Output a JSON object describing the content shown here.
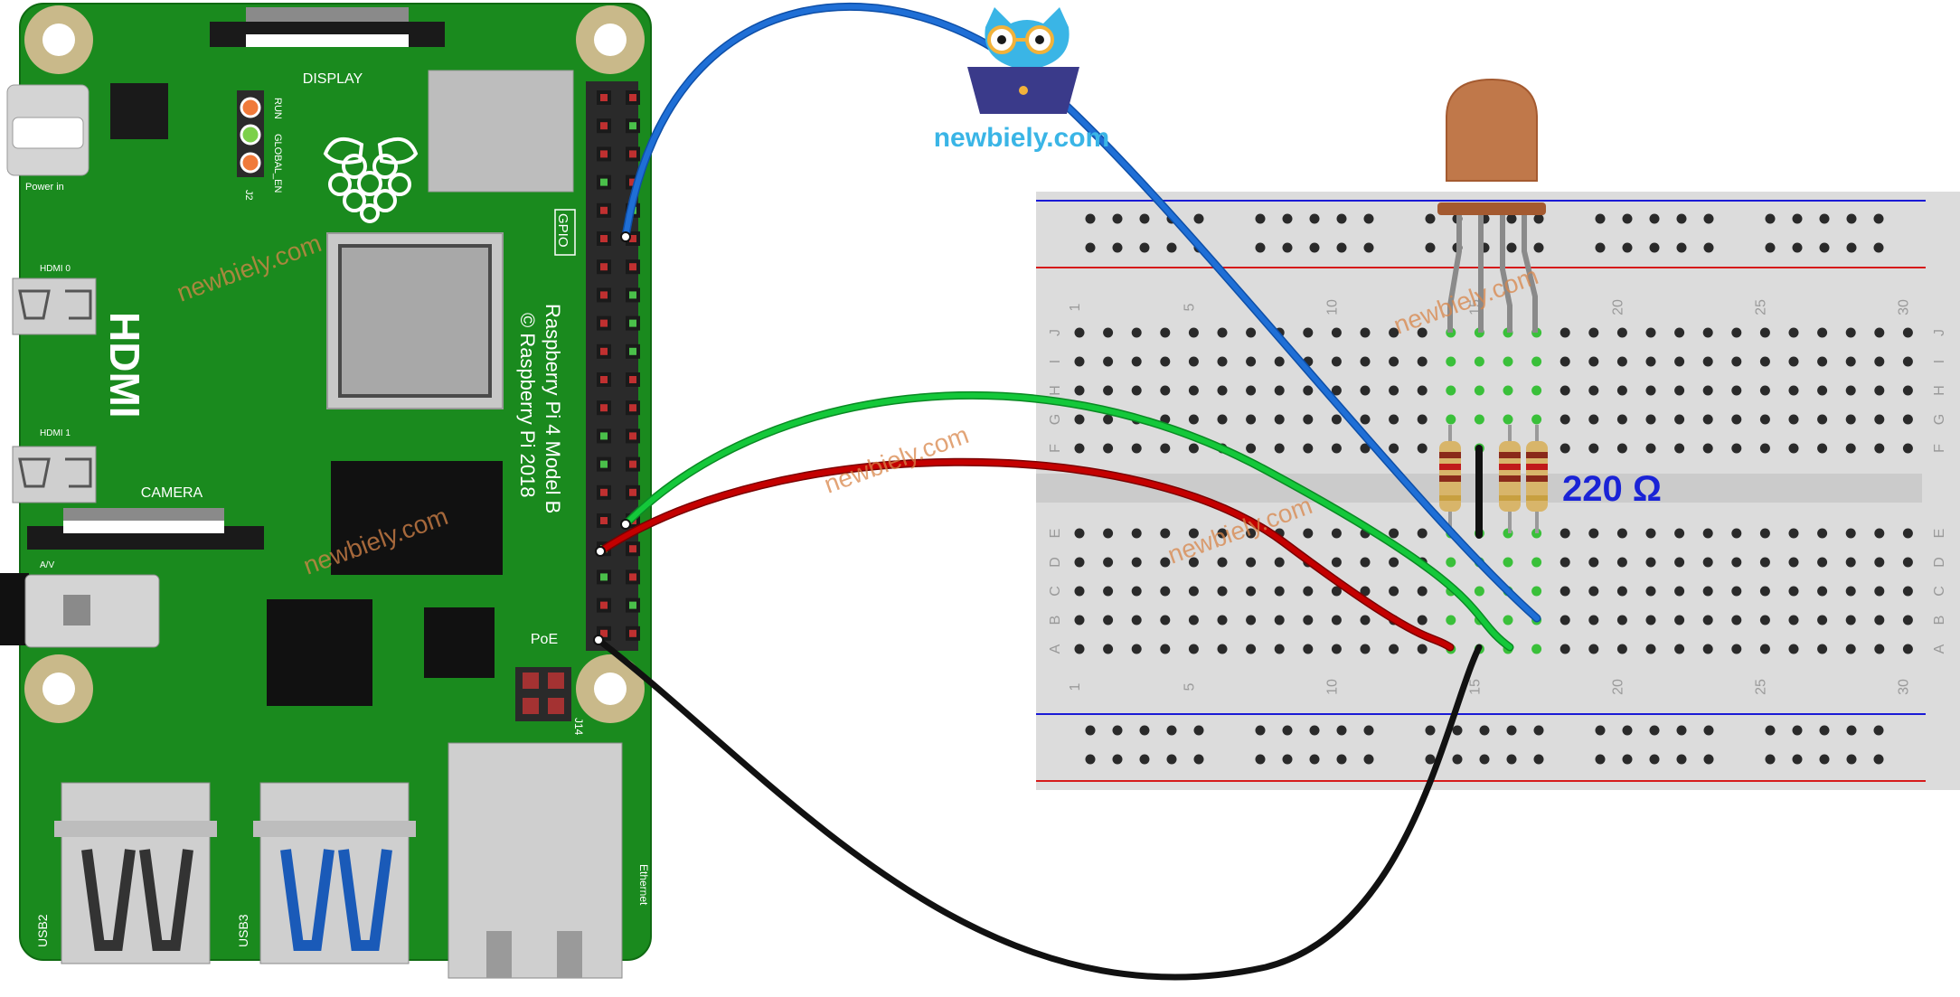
{
  "board": {
    "display_label": "DISPLAY",
    "power_label": "Power in",
    "hdmi0_label": "HDMI 0",
    "hdmi1_label": "HDMI 1",
    "hdmi_big_label": "HDMI",
    "camera_label": "CAMERA",
    "av_label": "A/V",
    "led_run_label": "RUN",
    "led_global_label": "GLOBAL_EN",
    "j2_label": "J2",
    "gpio_label": "GPIO",
    "model_label": "Raspberry Pi 4 Model B",
    "copyright_label": "© Raspberry Pi 2018",
    "poe_label": "PoE",
    "j14_label": "J14",
    "usb2_label": "USB2",
    "usb3_label": "USB3",
    "ethernet_label": "Ethernet"
  },
  "logo": {
    "text": "newbiely.com"
  },
  "watermarks": [
    "newbiely.com",
    "newbiely.com",
    "newbiely.com",
    "newbiely.com",
    "newbiely.com"
  ],
  "breadboard": {
    "col_numbers": [
      "1",
      "5",
      "10",
      "15",
      "20",
      "25",
      "30"
    ],
    "row_letters_top": [
      "J",
      "I",
      "H",
      "G",
      "F"
    ],
    "row_letters_bottom": [
      "E",
      "D",
      "C",
      "B",
      "A"
    ]
  },
  "resistor": {
    "label": "220 Ω"
  },
  "colors": {
    "board_green": "#1a8a1e",
    "wire_blue": "#1f6fd6",
    "wire_green": "#14c83a",
    "wire_red": "#c40000",
    "wire_black": "#111111",
    "resistor_label": "#1a23d6",
    "logo_text": "#3ab5e6",
    "watermark": "#d8864a"
  }
}
